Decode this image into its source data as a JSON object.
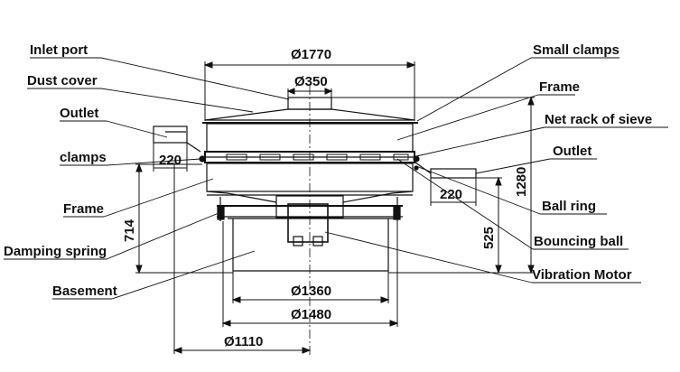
{
  "labels": {
    "inlet_port": "Inlet port",
    "dust_cover": "Dust cover",
    "outlet_left": "Outlet",
    "clamps": "clamps",
    "frame_left": "Frame",
    "damping_spring": "Damping spring",
    "basement": "Basement",
    "small_clamps": "Small clamps",
    "frame_right": "Frame",
    "net_rack": "Net rack of sieve",
    "outlet_right": "Outlet",
    "ball_ring": "Ball ring",
    "bouncing_ball": "Bouncing ball",
    "vibration_motor": "Vibration Motor"
  },
  "dimensions": {
    "d1770": "Ø1770",
    "d350": "Ø350",
    "w220_left": "220",
    "w220_right": "220",
    "h714": "714",
    "h525": "525",
    "h1280": "1280",
    "d1360": "Ø1360",
    "d1480": "Ø1480",
    "d1110": "Ø1110"
  },
  "colors": {
    "line": "#111111",
    "background": "#ffffff"
  }
}
